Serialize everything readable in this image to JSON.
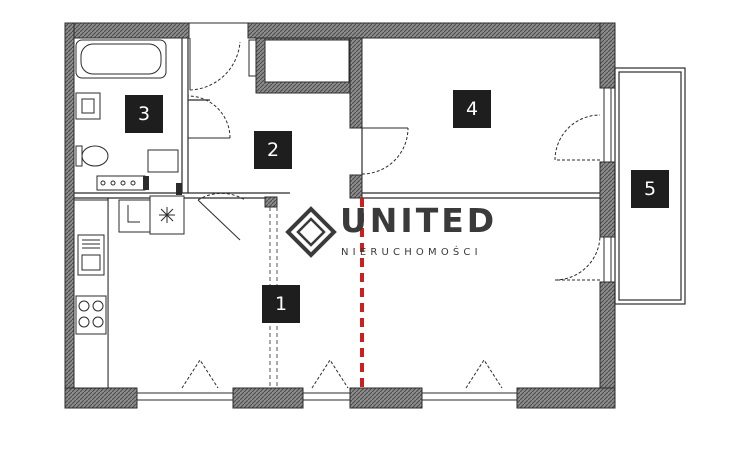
{
  "rooms": [
    {
      "id": "1",
      "label": "1"
    },
    {
      "id": "2",
      "label": "2"
    },
    {
      "id": "3",
      "label": "3"
    },
    {
      "id": "4",
      "label": "4"
    },
    {
      "id": "5",
      "label": "5"
    }
  ],
  "watermark": {
    "brand": "UNITED",
    "tagline": "NIERUCHOMOŚCI",
    "logo_icon": "diamond-logo-icon"
  },
  "colors": {
    "wall_fill": "#7a7a7a",
    "line": "#2b2b2b",
    "label_bg": "#1e1e1e",
    "label_text": "#ffffff",
    "divider_red": "#cc1f1f",
    "watermark": "#3a3a3a"
  }
}
